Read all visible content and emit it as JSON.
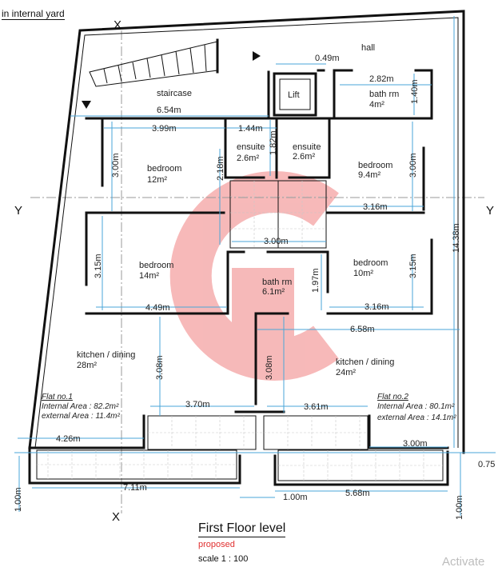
{
  "header": {
    "note": "in internal yard"
  },
  "axes": {
    "x_top": "X",
    "x_bottom": "X",
    "y_left": "Y",
    "y_right": "Y"
  },
  "rooms": {
    "hall": "hall",
    "staircase": "staircase",
    "lift": "Lift",
    "bath_top": {
      "name": "bath rm",
      "area": "4m²"
    },
    "ensuite_left": {
      "name": "ensuite",
      "area": "2.6m²"
    },
    "ensuite_right": {
      "name": "ensuite",
      "area": "2.6m²"
    },
    "bedroom_tl": {
      "name": "bedroom",
      "area": "12m²"
    },
    "bedroom_tr": {
      "name": "bedroom",
      "area": "9.4m²"
    },
    "bedroom_ml": {
      "name": "bedroom",
      "area": "14m²"
    },
    "bedroom_mr": {
      "name": "bedroom",
      "area": "10m²"
    },
    "bath_mid": {
      "name": "bath rm",
      "area": "6.1m²"
    },
    "kitchen_l": {
      "name": "kitchen  / dining",
      "area": "28m²"
    },
    "kitchen_r": {
      "name": "kitchen  / dining",
      "area": "24m²"
    }
  },
  "flats": {
    "flat1": {
      "title": "Flat no.1",
      "internal": "Internal Area : 82.2m²",
      "external": "external Area : 11.4m²"
    },
    "flat2": {
      "title": "Flat no.2",
      "internal": "Internal Area : 80.1m²",
      "external": "external Area : 14.1m²"
    }
  },
  "dimensions": {
    "d049": "0.49m",
    "d282": "2.82m",
    "d140": "1.40m",
    "d654": "6.54m",
    "d399": "3.99m",
    "d144": "1.44m",
    "d182": "1.82m",
    "d218": "2.18m",
    "d300a": "3.00m",
    "d300b": "3.00m",
    "d316a": "3.16m",
    "d1438": "14.38m",
    "d300c": "3.00m",
    "d315a": "3.15m",
    "d315b": "3.15m",
    "d197": "1.97m",
    "d449": "4.49m",
    "d316b": "3.16m",
    "d658": "6.58m",
    "d308a": "3.08m",
    "d308b": "3.08m",
    "d370": "3.70m",
    "d361": "3.61m",
    "d426": "4.26m",
    "d300d": "3.00m",
    "d075": "0.75",
    "d711": "7.11m",
    "d100a": "1.00m",
    "d100b": "1.00m",
    "d568": "5.68m",
    "d100c": "1.00m"
  },
  "title_block": {
    "title": "First Floor level",
    "status": "proposed",
    "scale": "scale 1 : 100"
  },
  "watermark": {
    "text": "Activate"
  },
  "colors": {
    "dimension_line": "#4aa6d8",
    "watermark_logo": "#f4a6a6",
    "wall": "#111111",
    "status_text": "#e03030"
  }
}
